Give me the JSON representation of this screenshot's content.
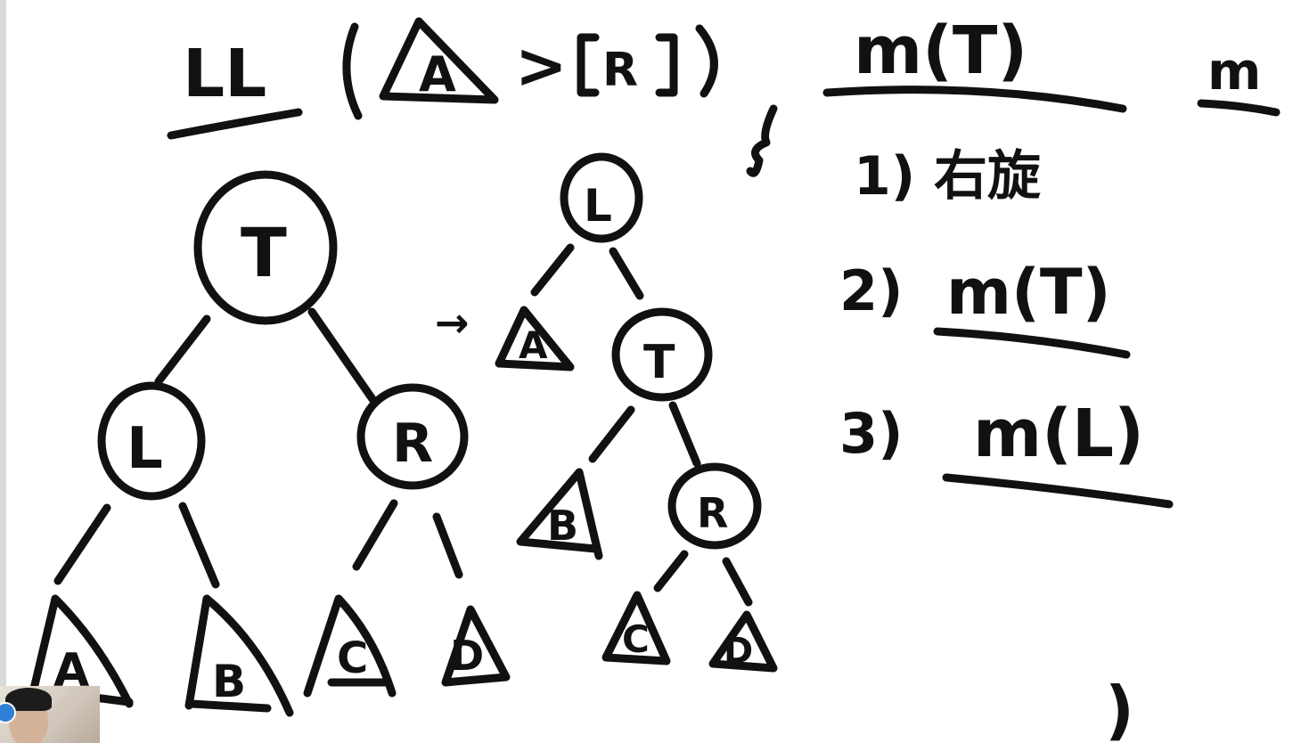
{
  "title": {
    "prefix": "LL",
    "subtree_left": "A",
    "relation": ">",
    "subtree_right": "R"
  },
  "tree_before": {
    "root": "T",
    "left_child": "L",
    "right_child": "R",
    "leaves": [
      "A",
      "B",
      "C",
      "D"
    ]
  },
  "arrow": "→",
  "tree_after": {
    "root": "L",
    "left_leaf": "A",
    "right_child": "T",
    "t_left_leaf": "B",
    "t_right_child": "R",
    "leaves": [
      "C",
      "D"
    ]
  },
  "steps": {
    "heading": "m(T)",
    "step1": "1) 右旋",
    "step2_num": "2)",
    "step2_text": "m(T)",
    "step3_num": "3)",
    "step3_text": "m(L)"
  },
  "side_mark": "m",
  "brace_bottom": ")"
}
